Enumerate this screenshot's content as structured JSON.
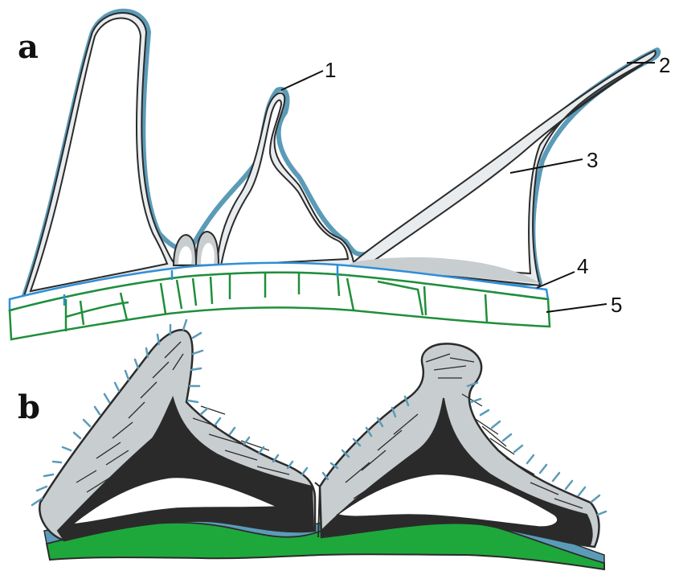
{
  "panels": [
    {
      "letter": "a"
    },
    {
      "letter": "b"
    }
  ],
  "callouts": [
    {
      "number": "1"
    },
    {
      "number": "2"
    },
    {
      "number": "3"
    },
    {
      "number": "4"
    },
    {
      "number": "5"
    }
  ],
  "colors": {
    "outline": "#2b2b2b",
    "cuticle_blue": "#5b9bb8",
    "fill_gray": "#c8cdd0",
    "light_blue_layer": "#2f8fd8",
    "cell_green": "#1f8f3a",
    "dark_core": "#2a2a2a",
    "base_green": "#1ea83c"
  }
}
